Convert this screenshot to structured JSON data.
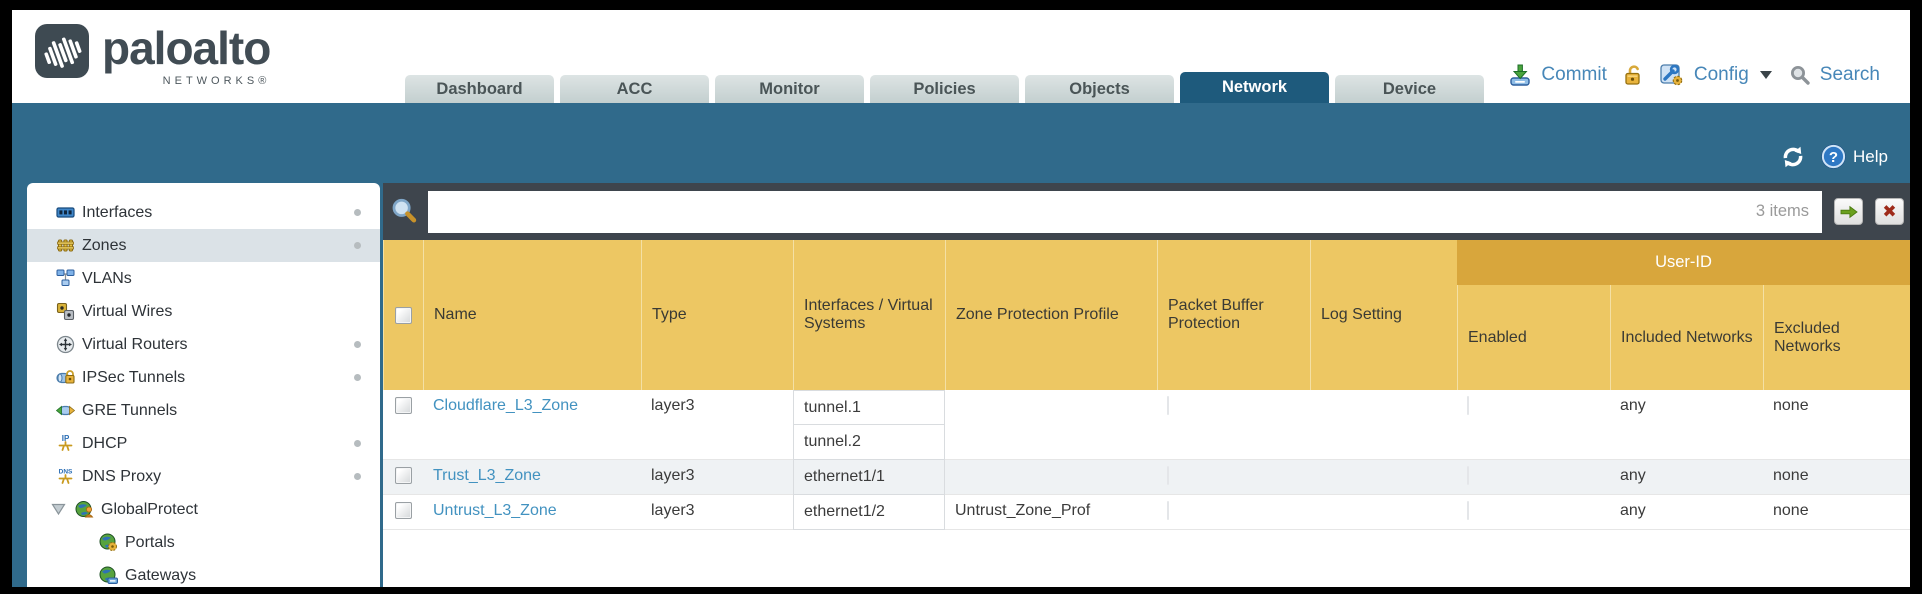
{
  "brand": {
    "name": "paloalto",
    "sub": "NETWORKS®"
  },
  "tabs": [
    {
      "label": "Dashboard",
      "active": false
    },
    {
      "label": "ACC",
      "active": false
    },
    {
      "label": "Monitor",
      "active": false
    },
    {
      "label": "Policies",
      "active": false
    },
    {
      "label": "Objects",
      "active": false
    },
    {
      "label": "Network",
      "active": true
    },
    {
      "label": "Device",
      "active": false
    }
  ],
  "utilities": {
    "commit": "Commit",
    "config": "Config",
    "search": "Search"
  },
  "help": {
    "label": "Help"
  },
  "sidebar": {
    "selected": "Zones",
    "items": [
      {
        "label": "Interfaces",
        "has_dot": true
      },
      {
        "label": "Zones",
        "has_dot": true
      },
      {
        "label": "VLANs",
        "has_dot": false
      },
      {
        "label": "Virtual Wires",
        "has_dot": false
      },
      {
        "label": "Virtual Routers",
        "has_dot": true
      },
      {
        "label": "IPSec Tunnels",
        "has_dot": true
      },
      {
        "label": "GRE Tunnels",
        "has_dot": false
      },
      {
        "label": "DHCP",
        "has_dot": true
      },
      {
        "label": "DNS Proxy",
        "has_dot": true
      },
      {
        "label": "GlobalProtect",
        "has_dot": false,
        "expanded": true
      },
      {
        "label": "Portals",
        "has_dot": false,
        "child": true
      },
      {
        "label": "Gateways",
        "has_dot": false,
        "child": true
      }
    ]
  },
  "search": {
    "value": "",
    "items_count": "3 items"
  },
  "table": {
    "group_header": "User-ID",
    "columns": {
      "name": "Name",
      "type": "Type",
      "interfaces": "Interfaces / Virtual Systems",
      "zone_protection": "Zone Protection Profile",
      "packet_buffer": "Packet Buffer Protection",
      "log_setting": "Log Setting",
      "enabled": "Enabled",
      "included": "Included Networks",
      "excluded": "Excluded Networks"
    },
    "rows": [
      {
        "name": "Cloudflare_L3_Zone",
        "type": "layer3",
        "interfaces": [
          "tunnel.1",
          "tunnel.2"
        ],
        "zone_protection_profile": "",
        "log_setting": "",
        "included_networks": "any",
        "excluded_networks": "none"
      },
      {
        "name": "Trust_L3_Zone",
        "type": "layer3",
        "interfaces": [
          "ethernet1/1"
        ],
        "zone_protection_profile": "",
        "log_setting": "",
        "included_networks": "any",
        "excluded_networks": "none"
      },
      {
        "name": "Untrust_L3_Zone",
        "type": "layer3",
        "interfaces": [
          "ethernet1/2"
        ],
        "zone_protection_profile": "Untrust_Zone_Prof",
        "log_setting": "",
        "included_networks": "any",
        "excluded_networks": "none"
      }
    ]
  },
  "icons": {
    "refresh": "circular-arrows",
    "help": "question-circle",
    "magnifier": "magnifying-glass",
    "go_arrow": "green-right-arrow",
    "clear": "red-x",
    "commit": "green-down-arrow-to-tray",
    "lock": "gold-padlock",
    "config": "wrench-gear",
    "search": "gray-magnifier"
  },
  "colors": {
    "header_gold": "#edc763",
    "header_gold_dark": "#d8a63c",
    "teal_band": "#306a8b",
    "active_tab": "#1e5a7c",
    "link_blue": "#4292c0",
    "toolbar_dark": "#3e454d",
    "row_stripe": "#eff2f4"
  }
}
